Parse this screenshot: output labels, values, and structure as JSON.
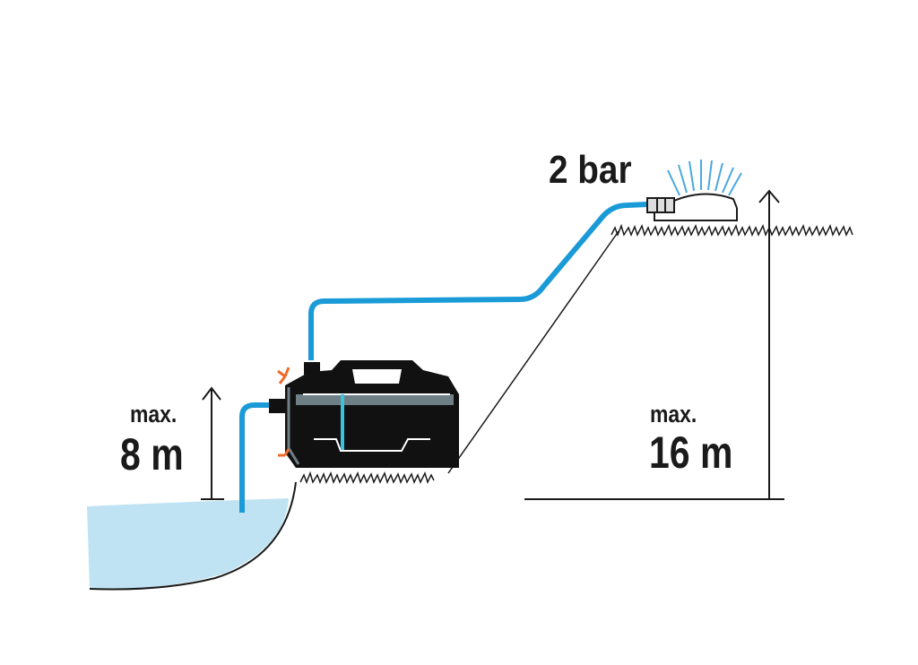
{
  "labels": {
    "pressure": "2 bar",
    "suction_max_prefix": "max.",
    "suction_height": "8 m",
    "delivery_max_prefix": "max.",
    "delivery_height": "16 m"
  },
  "colors": {
    "hose": "#1a9bd7",
    "water": "#bfe3f2",
    "pump_body": "#111111",
    "pump_trim": "#6f7f86",
    "accent": "#f06a2a",
    "line": "#1a1a1a"
  }
}
